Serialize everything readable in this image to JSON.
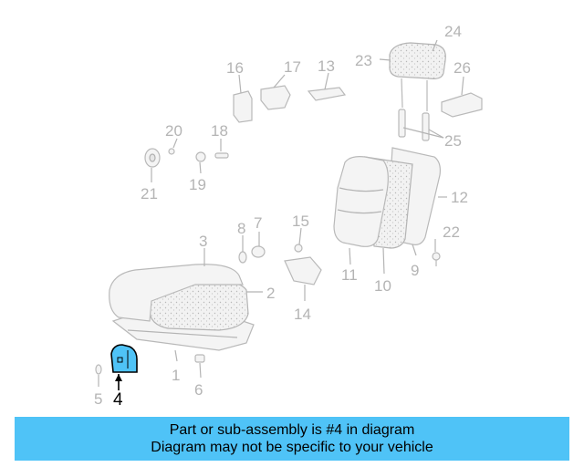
{
  "diagram": {
    "highlight_color": "#4fc3f7",
    "callouts": {
      "c1": "1",
      "c2": "2",
      "c3": "3",
      "c4": "4",
      "c5": "5",
      "c6": "6",
      "c7": "7",
      "c8": "8",
      "c9": "9",
      "c10": "10",
      "c11": "11",
      "c12": "12",
      "c13": "13",
      "c14": "14",
      "c15": "15",
      "c16": "16",
      "c17": "17",
      "c18": "18",
      "c19": "19",
      "c20": "20",
      "c21": "21",
      "c22": "22",
      "c23": "23",
      "c24": "24",
      "c25": "25",
      "c26": "26"
    },
    "selected_part": "4"
  },
  "banner": {
    "line1": "Part or sub-assembly is #4 in diagram",
    "line2": "Diagram may not be specific to your vehicle",
    "background": "#4fc3f7"
  }
}
